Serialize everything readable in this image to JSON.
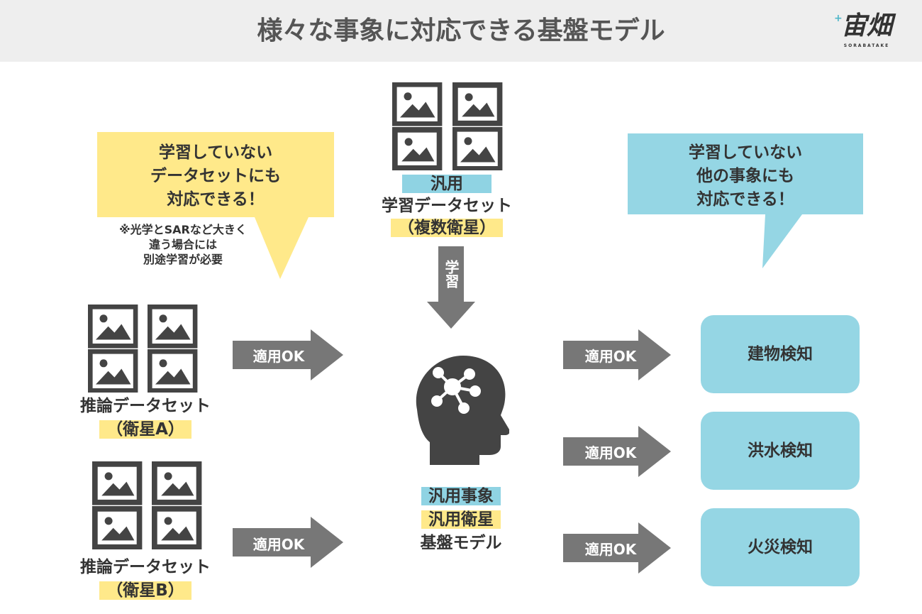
{
  "title": "様々な事象に対応できる基盤モデル",
  "logo": {
    "text": "宙畑",
    "sub": "SORABATAKE"
  },
  "colors": {
    "accent_blue": "#8fd3e3",
    "accent_yellow": "#ffe98a",
    "arrow": "#777777",
    "icon": "#444444"
  },
  "bubble_left": {
    "lines": [
      "学習していない",
      "データセットにも",
      "対応できる！"
    ]
  },
  "note_left": {
    "lines": [
      "※光学とSARなど大きく",
      "違う場合には",
      "別途学習が必要"
    ]
  },
  "bubble_right": {
    "lines": [
      "学習していない",
      "他の事象にも",
      "対応できる！"
    ]
  },
  "train_dataset": {
    "line1": "汎用",
    "line2": "学習データセット",
    "line3": "（複数衛星）"
  },
  "train_arrow_label": "学習",
  "inference_a": {
    "line1": "推論データセット",
    "line2": "（衛星A）"
  },
  "inference_b": {
    "line1": "推論データセット",
    "line2": "（衛星B）"
  },
  "apply_label": "適用OK",
  "model": {
    "line1": "汎用事象",
    "line2": "汎用衛星",
    "line3": "基盤モデル"
  },
  "results": [
    "建物検知",
    "洪水検知",
    "火災検知"
  ]
}
